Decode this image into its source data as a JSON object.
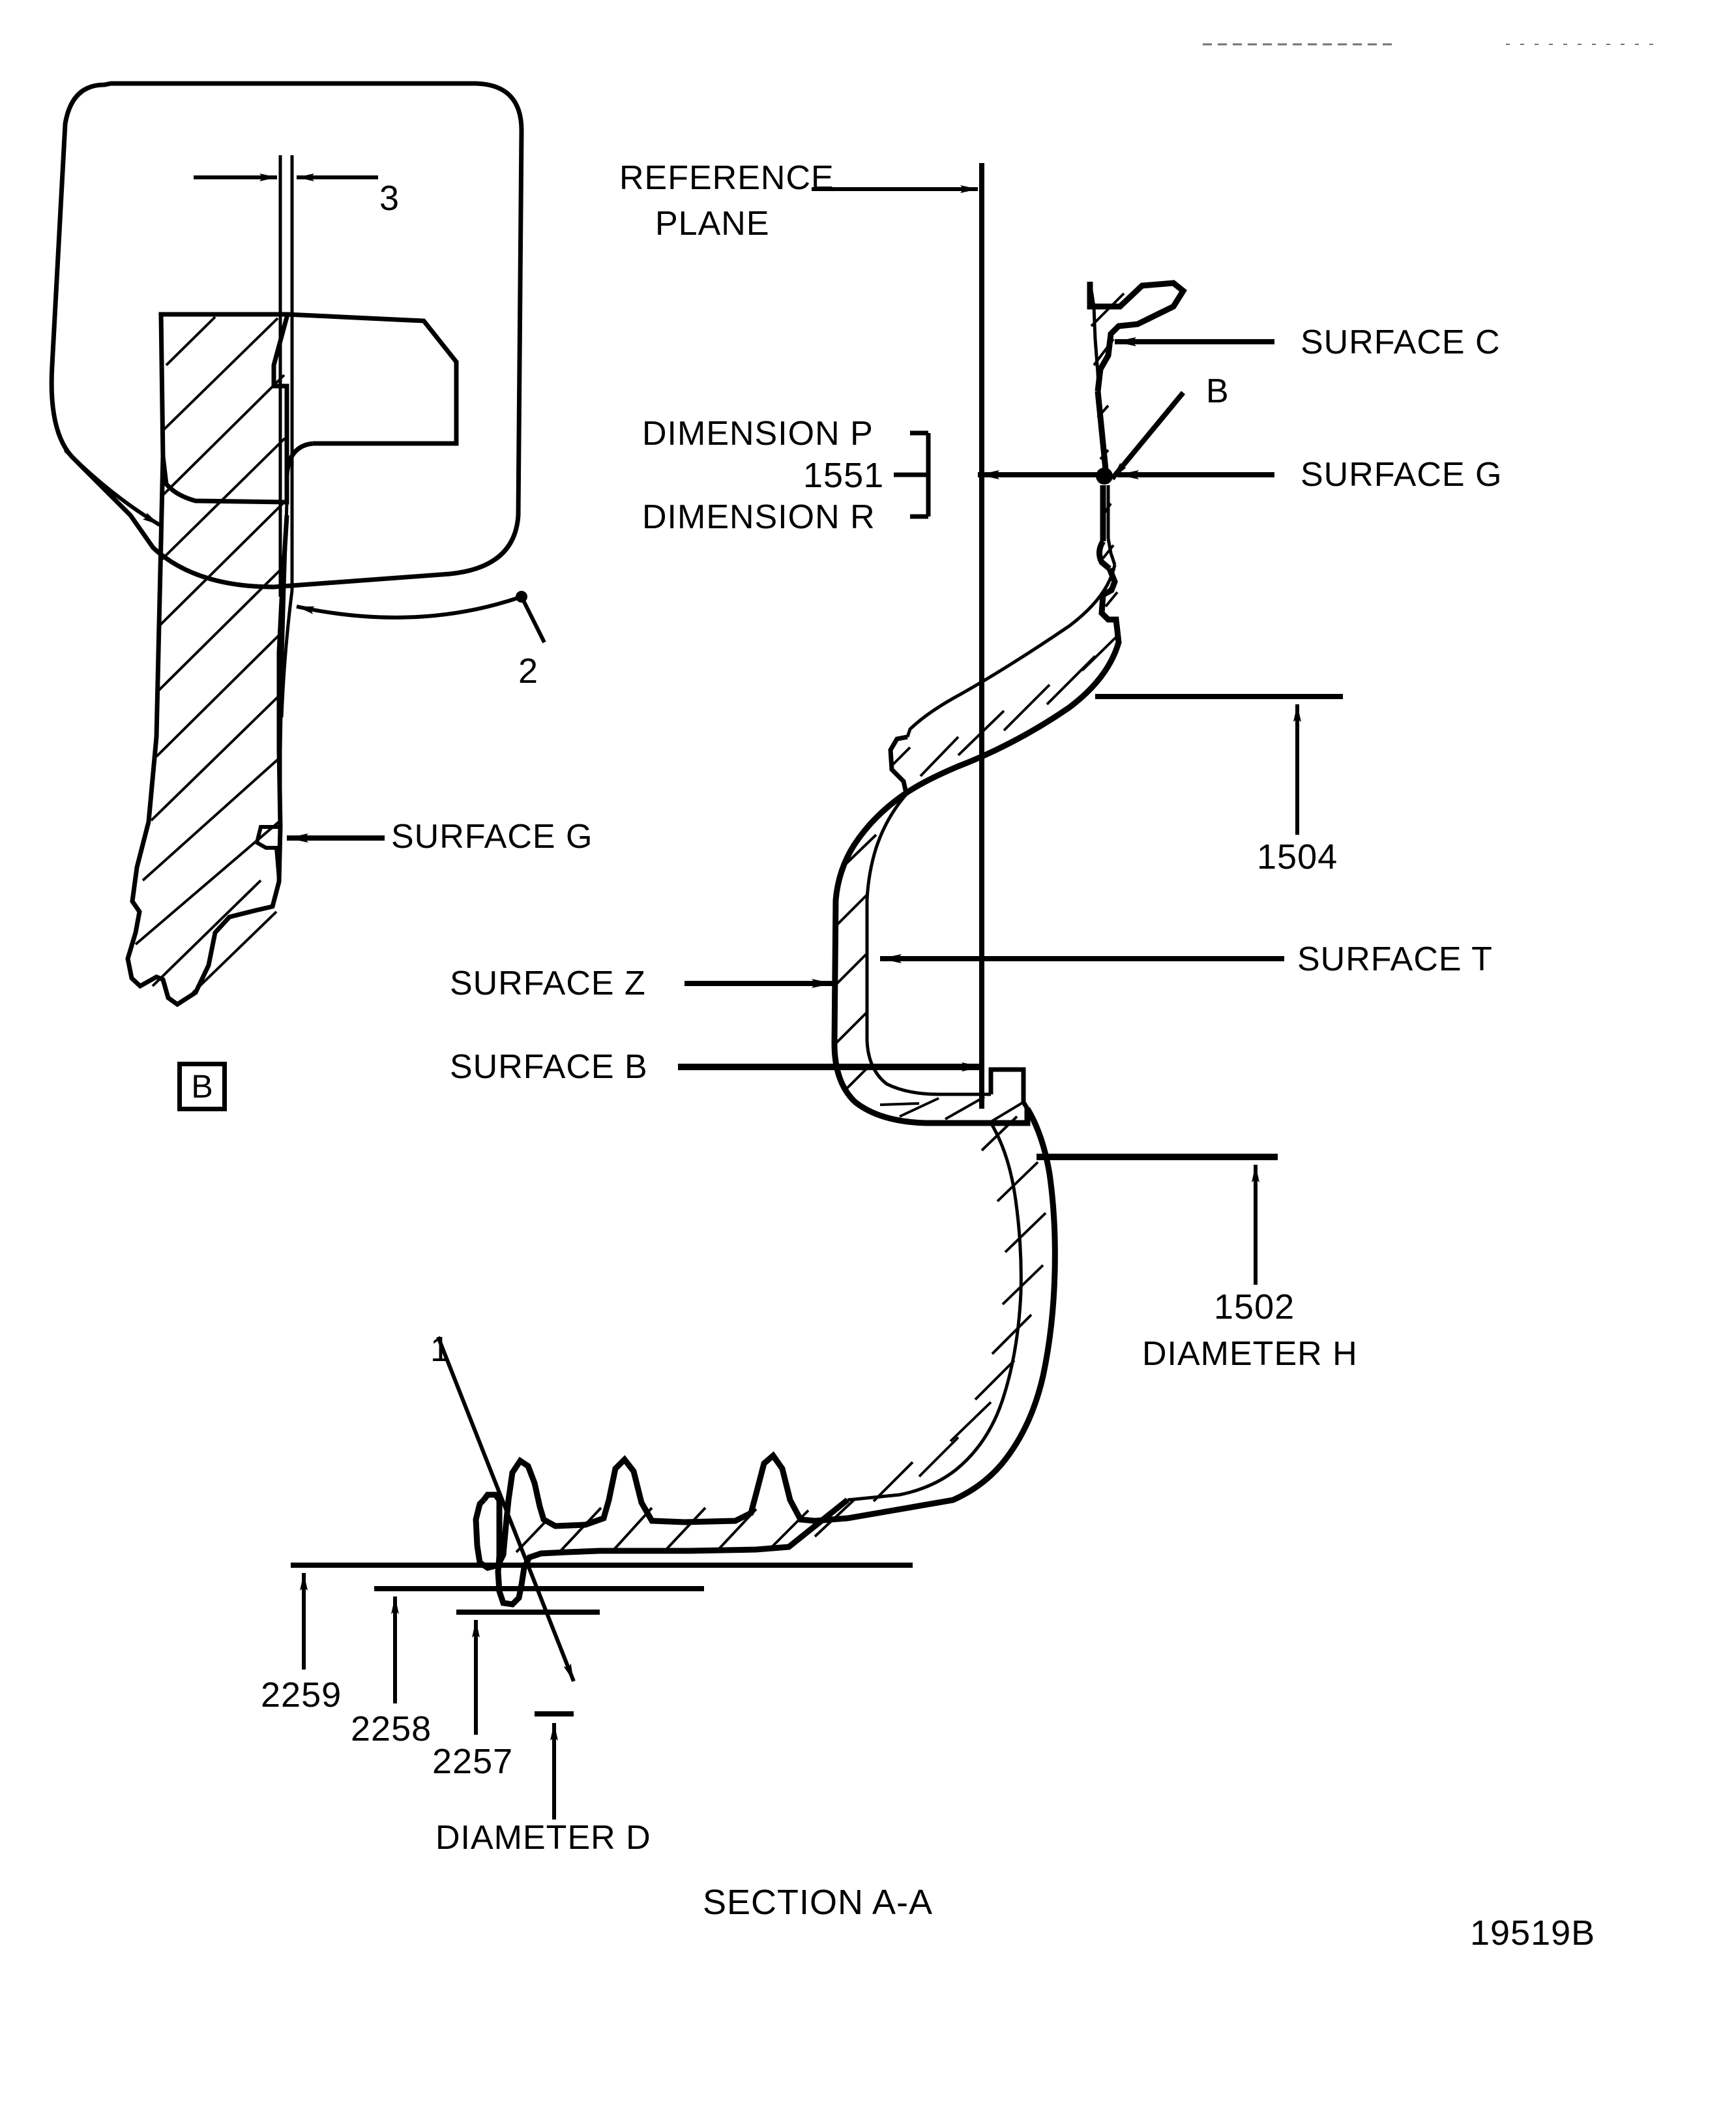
{
  "drawing": {
    "title": "SECTION A-A",
    "drawing_number": "19519B",
    "detail_view_tag": "B"
  },
  "labels": {
    "reference_plane_line1": "REFERENCE",
    "reference_plane_line2": "PLANE",
    "dimension_p": "DIMENSION P",
    "dimension_1551": "1551",
    "dimension_r": "DIMENSION R",
    "surface_c": "SURFACE C",
    "callout_b_right": "B",
    "surface_g_right": "SURFACE G",
    "dim_1504": "1504",
    "surface_t": "SURFACE T",
    "surface_z": "SURFACE Z",
    "surface_b": "SURFACE B",
    "dim_1502": "1502",
    "diameter_h": "DIAMETER H",
    "callout_1": "1",
    "dim_2259": "2259",
    "dim_2258": "2258",
    "dim_2257": "2257",
    "diameter_d": "DIAMETER D",
    "detail_callout_3": "3",
    "detail_callout_2": "2",
    "surface_g_detail": "SURFACE G",
    "section_title": "SECTION A-A",
    "sheet_number": "19519B"
  },
  "colors": {
    "ink": "#000000",
    "paper": "#ffffff"
  }
}
